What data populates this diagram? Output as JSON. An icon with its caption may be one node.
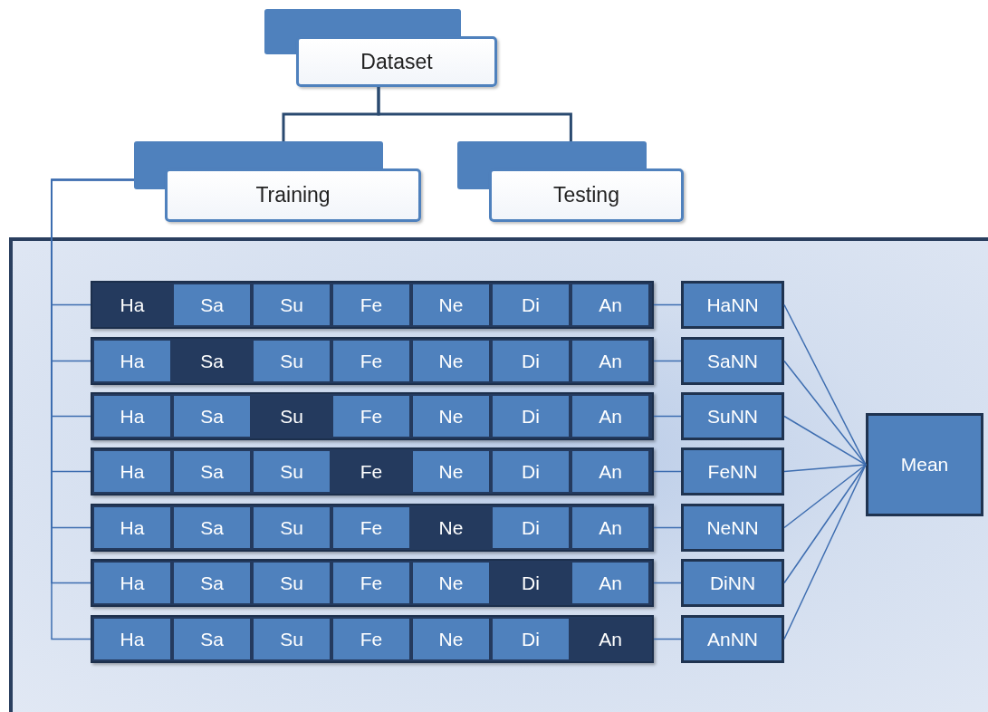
{
  "diagram": {
    "nodes": [
      {
        "text": [
          "Dataset"
        ]
      },
      {
        "text": [
          "Training"
        ]
      },
      {
        "text": [
          "Testing"
        ]
      },
      {
        "text": [],
        "shape": "box"
      },
      {
        "text": [],
        "shape": "bar",
        "in": 3
      },
      {
        "text": [
          "Ha"
        ],
        "in": 4
      },
      {
        "text": [
          "Sa"
        ],
        "in": 4
      },
      {
        "text": [
          "Su"
        ],
        "in": 4
      },
      {
        "text": [
          "Fe"
        ],
        "in": 4
      },
      {
        "text": [
          "Ne"
        ],
        "in": 4
      },
      {
        "text": [
          "Di"
        ],
        "in": 4
      },
      {
        "text": [
          "An"
        ],
        "in": 4
      },
      {
        "text": [],
        "shape": "bar",
        "in": 3
      },
      {
        "text": [
          "Ha"
        ],
        "in": 12
      },
      {
        "text": [
          "Sa"
        ],
        "in": 12
      },
      {
        "text": [
          "Su"
        ],
        "in": 12
      },
      {
        "text": [
          "Fe"
        ],
        "in": 12
      },
      {
        "text": [
          "Ne"
        ],
        "in": 12
      },
      {
        "text": [
          "Di"
        ],
        "in": 12
      },
      {
        "text": [
          "An"
        ],
        "in": 12
      },
      {
        "text": [],
        "shape": "bar",
        "in": 3
      },
      {
        "text": [
          "Ha"
        ],
        "in": 20
      },
      {
        "text": [
          "Sa"
        ],
        "in": 20
      },
      {
        "text": [
          "Su"
        ],
        "in": 20
      },
      {
        "text": [
          "Fe"
        ],
        "in": 20
      },
      {
        "text": [
          "Ne"
        ],
        "in": 20
      },
      {
        "text": [
          "Di"
        ],
        "in": 20
      },
      {
        "text": [
          "An"
        ],
        "in": 20
      },
      {
        "text": [],
        "shape": "bar",
        "in": 3
      },
      {
        "text": [
          "Ha"
        ],
        "in": 28
      },
      {
        "text": [
          "Sa"
        ],
        "in": 28
      },
      {
        "text": [
          "Su"
        ],
        "in": 28
      },
      {
        "text": [
          "Fe"
        ],
        "in": 28
      },
      {
        "text": [
          "Ne"
        ],
        "in": 28
      },
      {
        "text": [
          "Di"
        ],
        "in": 28
      },
      {
        "text": [
          "An"
        ],
        "in": 28
      },
      {
        "text": [],
        "shape": "bar",
        "in": 3
      },
      {
        "text": [
          "Ha"
        ],
        "in": 36
      },
      {
        "text": [
          "Sa"
        ],
        "in": 36
      },
      {
        "text": [
          "Su"
        ],
        "in": 36
      },
      {
        "text": [
          "Fe"
        ],
        "in": 36
      },
      {
        "text": [
          "Ne"
        ],
        "in": 36
      },
      {
        "text": [
          "Di"
        ],
        "in": 36
      },
      {
        "text": [
          "An"
        ],
        "in": 36
      },
      {
        "text": [],
        "shape": "bar",
        "in": 3
      },
      {
        "text": [
          "Ha"
        ],
        "in": 44
      },
      {
        "text": [
          "Sa"
        ],
        "in": 44
      },
      {
        "text": [
          "Su"
        ],
        "in": 44
      },
      {
        "text": [
          "Fe"
        ],
        "in": 44
      },
      {
        "text": [
          "Ne"
        ],
        "in": 44
      },
      {
        "text": [
          "Di"
        ],
        "in": 44
      },
      {
        "text": [
          "An"
        ],
        "in": 44
      },
      {
        "text": [],
        "shape": "bar",
        "in": 3
      },
      {
        "text": [
          "Ha"
        ],
        "in": 52
      },
      {
        "text": [
          "Sa"
        ],
        "in": 52
      },
      {
        "text": [
          "Su"
        ],
        "in": 52
      },
      {
        "text": [
          "Fe"
        ],
        "in": 52
      },
      {
        "text": [
          "Ne"
        ],
        "in": 52
      },
      {
        "text": [
          "Di"
        ],
        "in": 52
      },
      {
        "text": [
          "An"
        ],
        "in": 52
      },
      {
        "text": [
          "HaNN"
        ],
        "in": 3
      },
      {
        "text": [
          "SaNN"
        ],
        "in": 3
      },
      {
        "text": [
          "SuNN"
        ],
        "in": 3
      },
      {
        "text": [
          "FeNN"
        ],
        "in": 3
      },
      {
        "text": [
          "NeNN"
        ],
        "in": 3
      },
      {
        "text": [
          "DiNN"
        ],
        "in": 3
      },
      {
        "text": [
          "AnNN"
        ],
        "in": 3
      },
      {
        "text": [
          "Mean"
        ],
        "in": 3
      }
    ],
    "edges": [
      {
        "from": 0,
        "to": 1,
        "arrow": "none"
      },
      {
        "from": 0,
        "to": 2,
        "arrow": "none"
      },
      {
        "from": 1,
        "to": 4,
        "arrow": "none"
      },
      {
        "from": 1,
        "to": 12,
        "arrow": "none"
      },
      {
        "from": 1,
        "to": 20,
        "arrow": "none"
      },
      {
        "from": 1,
        "to": 28,
        "arrow": "none"
      },
      {
        "from": 1,
        "to": 36,
        "arrow": "none"
      },
      {
        "from": 1,
        "to": 44,
        "arrow": "none"
      },
      {
        "from": 1,
        "to": 52,
        "arrow": "none"
      },
      {
        "from": 4,
        "to": 60,
        "arrow": "none"
      },
      {
        "from": 12,
        "to": 61,
        "arrow": "none"
      },
      {
        "from": 20,
        "to": 62,
        "arrow": "none"
      },
      {
        "from": 28,
        "to": 63,
        "arrow": "none"
      },
      {
        "from": 36,
        "to": 64,
        "arrow": "none"
      },
      {
        "from": 44,
        "to": 65,
        "arrow": "none"
      },
      {
        "from": 52,
        "to": 66,
        "arrow": "none"
      },
      {
        "from": 60,
        "to": 67,
        "arrow": "none"
      },
      {
        "from": 61,
        "to": 67,
        "arrow": "none"
      },
      {
        "from": 62,
        "to": 67,
        "arrow": "none"
      },
      {
        "from": 63,
        "to": 67,
        "arrow": "none"
      },
      {
        "from": 64,
        "to": 67,
        "arrow": "none"
      },
      {
        "from": 65,
        "to": 67,
        "arrow": "none"
      },
      {
        "from": 66,
        "to": 67,
        "arrow": "none"
      }
    ]
  }
}
